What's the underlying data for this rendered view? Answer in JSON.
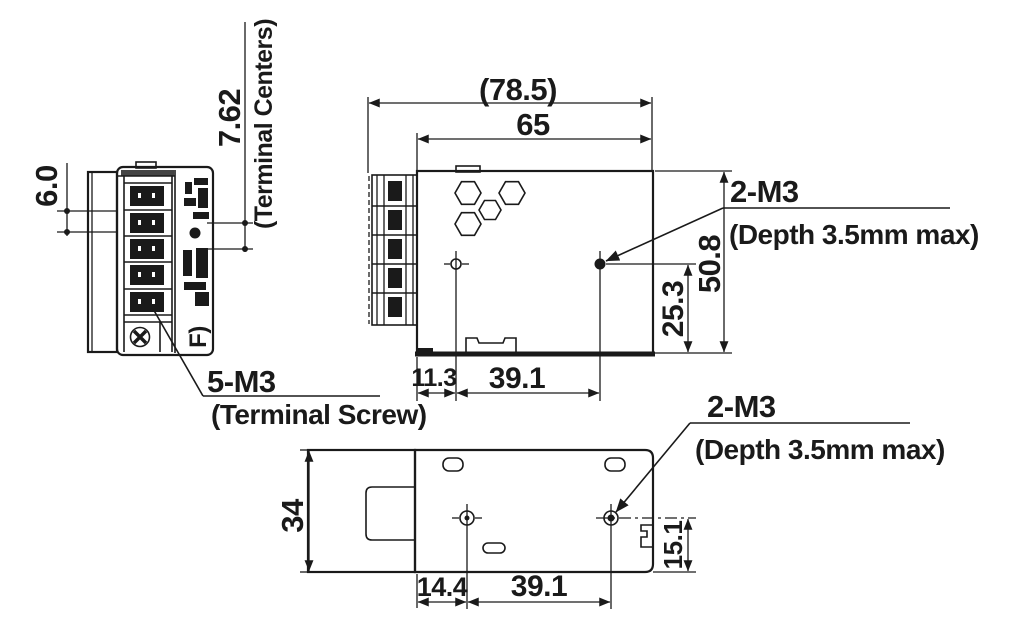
{
  "drawing": {
    "front_view": {
      "dim_top_offset": "6.0",
      "dim_terminal_pitch": "7.62",
      "dim_terminal_pitch_note": "(Terminal Centers)",
      "terminal_callout": "5-M3",
      "terminal_callout_note": "(Terminal Screw)",
      "panel_logo": "F)"
    },
    "side_view": {
      "dim_overall_width": "(78.5)",
      "dim_body_width": "65",
      "dim_overall_height": "50.8",
      "dim_hole_height": "25.3",
      "dim_hole_offset": "11.3",
      "dim_hole_pitch": "39.1",
      "mount_callout": "2-M3",
      "mount_callout_note": "(Depth 3.5mm max)"
    },
    "bottom_view": {
      "dim_depth": "34",
      "dim_hole_offset": "14.4",
      "dim_hole_pitch": "39.1",
      "dim_hole_edge": "15.1",
      "mount_callout": "2-M3",
      "mount_callout_note": "(Depth 3.5mm max)"
    },
    "colors": {
      "line": "#1a1a1a",
      "background": "#ffffff"
    }
  }
}
